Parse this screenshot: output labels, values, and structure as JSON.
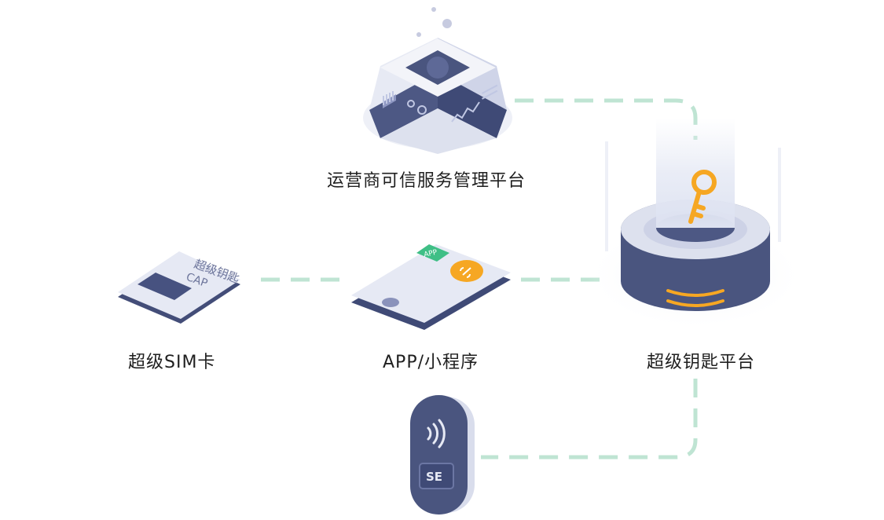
{
  "nodes": {
    "operator": {
      "label": "运营商可信服务管理平台"
    },
    "sim": {
      "label": "超级SIM卡",
      "card_text_1": "超级钥匙",
      "card_text_2": "CAP"
    },
    "app": {
      "label": "APP/小程序",
      "badge": "APP"
    },
    "platform": {
      "label": "超级钥匙平台"
    },
    "se": {
      "chip_text": "SE"
    }
  },
  "colors": {
    "connector": "#bfe4d3",
    "navy": "#4a557f",
    "navy_dark": "#3c4670",
    "light": "#e5e8f4",
    "accent_green": "#3fbf86",
    "accent_orange": "#f6a723"
  },
  "icons": [
    "server-icon",
    "sim-card-icon",
    "phone-app-icon",
    "key-icon",
    "nfc-icon"
  ]
}
